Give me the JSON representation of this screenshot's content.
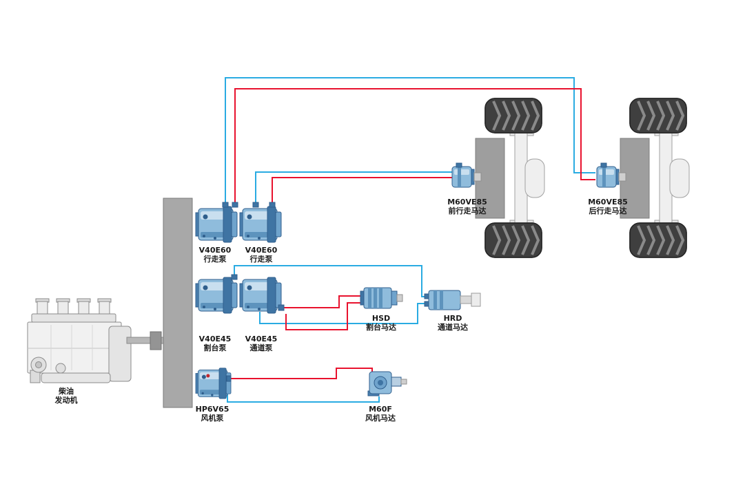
{
  "diagram": {
    "background": "#ffffff",
    "line_colors": {
      "pressure_red": "#e8112d",
      "return_blue": "#29abe2"
    },
    "component_color": "#8fbcdc"
  },
  "engine": {
    "label_line1": "柴油",
    "label_line2": "发动机"
  },
  "pumps": [
    {
      "model": "V40E60",
      "name": "行走泵"
    },
    {
      "model": "V40E60",
      "name": "行走泵"
    },
    {
      "model": "V40E45",
      "name": "割台泵"
    },
    {
      "model": "V40E45",
      "name": "通道泵"
    },
    {
      "model": "HP6V65",
      "name": "风机泵"
    }
  ],
  "motors": [
    {
      "model": "M60VE85",
      "name": "前行走马达"
    },
    {
      "model": "M60VE85",
      "name": "后行走马达"
    },
    {
      "model": "HSD",
      "name": "割台马达"
    },
    {
      "model": "HRD",
      "name": "通道马达"
    },
    {
      "model": "M60F",
      "name": "风机马达"
    }
  ]
}
